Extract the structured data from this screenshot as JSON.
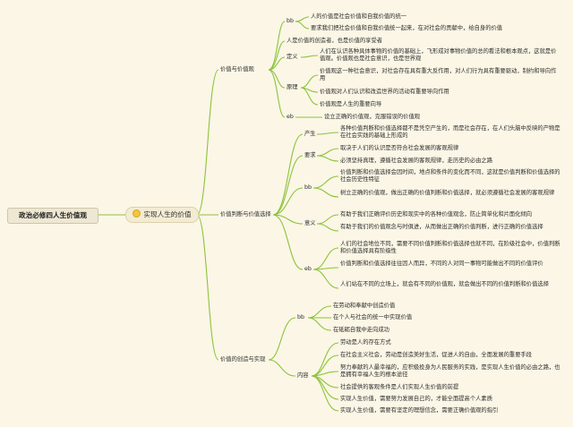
{
  "root": "政治必修四人生价值观",
  "topic": "实现人生的价值",
  "branches": {
    "value_view": "价值与价值观",
    "judge_choose": "价值判断与价值选择",
    "create_realize": "价值的创造与实现"
  },
  "vv": {
    "bb": "bb",
    "bb1": "人的价值是社会价值和自我价值的统一",
    "bb2": "要求我们把社会价值和自我价值统一起来，在对社会的贡献中，给自身的价值",
    "creator": "人是价值的创造者，也是价值的享受者",
    "def": "定义",
    "def1": "人们在认识各种具体事物的价值的基础上，飞形成对事物价值的总的看法和根本观点，这就是价值观。价值观也是社会意识，也是世界观",
    "yl": "原理",
    "yl1": "价值观这一种社会意识，对社会存在具有重大反作用，对人们行为具有重要驱动，制约和导向作用",
    "yl2": "价值观对人们认识和改造世界的活动有重要导向作用",
    "yl3": "价值观是人生的重要向导",
    "eb": "eb",
    "eb1": "设立正确的价值观，克服错误的价值观"
  },
  "jc": {
    "cs": "产生",
    "cs1": "各种价值判断和价值选择都不是凭空产生的，而是社会存在，在人们头脑中反映的产物是在社会实践的基础上形成的",
    "yq": "要求",
    "yq1": "取决于人们的认识是否符合社会发展的客观规律",
    "yq2": "必须坚持真理，遵循社会发展的客观规律，走历史的必由之路",
    "bb": "bb",
    "bb1": "价值判断和价值选择会因时间，地点和条件的变化而不同，这就是价值判断和价值选择的社会历史性特征",
    "bb2": "树立正确的价值观，做出正确的价值判断和价值选择，就必须遵循社会发展的客观规律",
    "yy": "意义",
    "yy1": "有助于我们正确评价历史和现实中的各种价值观念，防止简单化和片面化倾向",
    "yy2": "有助于我们的价值观念与时俱进，从而做出正确的价值判断，进行正确的价值选择",
    "eb": "eb",
    "eb1": "人们的社会地位不同，需要不同价值判断和价值选择也就不同，在阶级社会中，价值判断和价值选择具有阶级性",
    "eb2": "价值判断和价值选择往往因人而异，不同的人对同一事物可能做出不同的价值评价",
    "eb3": "人们站在不同的立场上，就会有不同的价值观，就会做出不同的价值判断和价值选择"
  },
  "cr": {
    "bb": "bb",
    "bb1": "在劳动和奉献中创造价值",
    "bb2": "在个人与社会的统一中实现价值",
    "bb3": "在砥砺自我中走向成功",
    "nr": "内容",
    "nr1": "劳动是人的存在方式",
    "nr2": "在社会主义社会，劳动是创造美好生活，促进人的自由，全面发展的重要手段",
    "nr3": "努力奉献的人最幸福的，应积极投身为人民服务的实践，是实现人生价值的必由之路，也是拥有幸福人生的根本途径",
    "nr4": "社会提供的客观条件是人们实现人生价值的前提",
    "nr5": "实现人生价值，需要努力发展自己的，才能全面提高个人素质",
    "nr6": "实现人生价值，需要有坚定的理想信念，需要正确价值观的指引"
  }
}
